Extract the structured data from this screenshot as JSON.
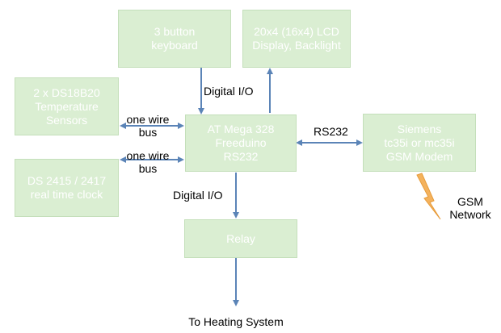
{
  "colors": {
    "box_fill": "#daeed2",
    "box_text": "#ffffff",
    "arrow": "#5b84b7",
    "lightning": "#f4b25d"
  },
  "boxes": {
    "keyboard": [
      "3 button",
      "keyboard"
    ],
    "lcd": [
      "20x4 (16x4) LCD",
      "Display, Backlight"
    ],
    "temp_sensors": [
      "2 x DS18B20",
      "Temperature",
      "Sensors"
    ],
    "mcu": [
      "AT Mega 328",
      "Freeduino",
      "RS232"
    ],
    "gsm_modem": [
      "Siemens",
      "tc35i or mc35i",
      "GSM Modem"
    ],
    "rtc": [
      "DS 2415 / 2417",
      "real time clock"
    ],
    "relay": [
      "Relay"
    ]
  },
  "labels": {
    "digital_io_top": "Digital I/O",
    "one_wire_bus_1": [
      "one wire",
      "bus"
    ],
    "rs232": "RS232",
    "one_wire_bus_2": [
      "one wire",
      "bus"
    ],
    "digital_io_bottom": "Digital I/O",
    "gsm_network": [
      "GSM",
      "Network"
    ],
    "heating": "To Heating System"
  },
  "icons": {
    "network_symbol": "lightning-icon"
  }
}
